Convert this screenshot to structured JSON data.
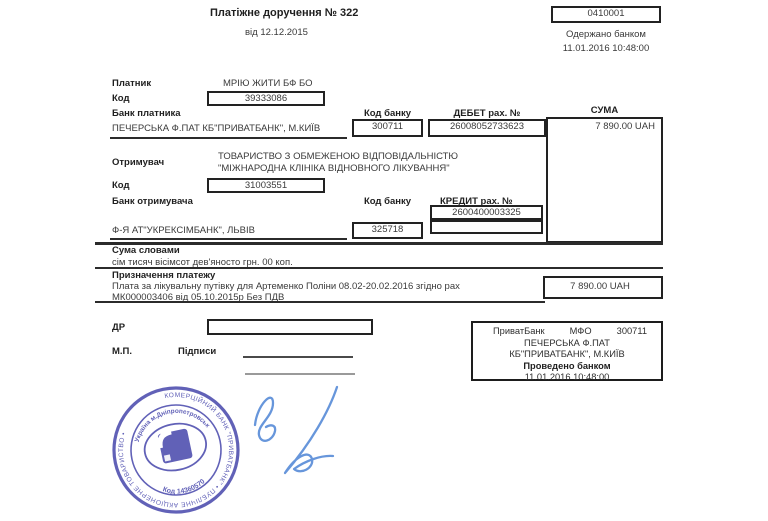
{
  "header": {
    "title": "Платіжне доручення  № 322",
    "date": "від 12.12.2015",
    "doc_code": "0410001",
    "received_label": "Одержано банком",
    "received_datetime": "11.01.2016 10:48:00"
  },
  "payer": {
    "label": "Платник",
    "name": "МРІЮ ЖИТИ БФ БО",
    "code_label": "Код",
    "code": "39333086",
    "bank_label": "Банк платника",
    "bank_name": "ПЕЧЕРСЬКА Ф.ПАТ КБ\"ПРИВАТБАНК\", М.КИЇВ",
    "bank_code_label": "Код банку",
    "bank_code": "300711",
    "debit_label": "ДЕБЕТ рах. №",
    "debit_account": "26008052733623",
    "sum_label": "СУМА",
    "sum": "7 890.00 UAH"
  },
  "receiver": {
    "label": "Отримувач",
    "name_line1": "ТОВАРИСТВО З ОБМЕЖЕНОЮ ВІДПОВІДАЛЬНІСТЮ",
    "name_line2": "\"МІЖНАРОДНА КЛІНІКА ВІДНОВНОГО ЛІКУВАННЯ\"",
    "code_label": "Код",
    "code": "31003551",
    "bank_label": "Банк отримувача",
    "bank_name": "Ф-Я АТ\"УКРЕКСІМБАНК\", ЛЬВІВ",
    "bank_code_label": "Код банку",
    "bank_code": "325718",
    "credit_label": "КРЕДИТ рах. №",
    "credit_account": "2600400003325"
  },
  "amount_words": {
    "label": "Сума словами",
    "text": "сім тисяч вісімсот дев'яносто грн. 00 коп."
  },
  "purpose": {
    "label": "Призначення платежу",
    "line1": "Плата за лікувальну путівку для Артеменко Поліни 08.02-20.02.2016 згідно рах",
    "line2": "МК000003406 від 05.10.2015р Без ПДВ",
    "amount": "7 890.00 UAH"
  },
  "footer": {
    "dr_label": "ДР",
    "mp_label": "М.П.",
    "signatures_label": "Підписи"
  },
  "bank_mark": {
    "bank_name": "ПриватБанк",
    "mfo_label": "МФО",
    "mfo": "300711",
    "branch_line1": "ПЕЧЕРСЬКА Ф.ПАТ",
    "branch_line2": "КБ\"ПРИВАТБАНК\", М.КИЇВ",
    "processed_label": "Проведено банком",
    "processed_datetime": "11.01.2016 10:48:00"
  },
  "stamp": {
    "outer_text": "КОМЕРЦІЙНИЙ БАНК \"ПРИВАТБАНК\" • ПУБЛІЧНЕ АКЦІОНЕРНЕ ТОВАРИСТВО •",
    "inner_top": "Україна м.Дніпропетровськ",
    "inner_bottom": "Код 14360570",
    "color": "#4c4cae"
  },
  "colors": {
    "stamp_blue": "#4c4cae",
    "signature_blue": "#5b8ed8",
    "ink": "#222222"
  }
}
